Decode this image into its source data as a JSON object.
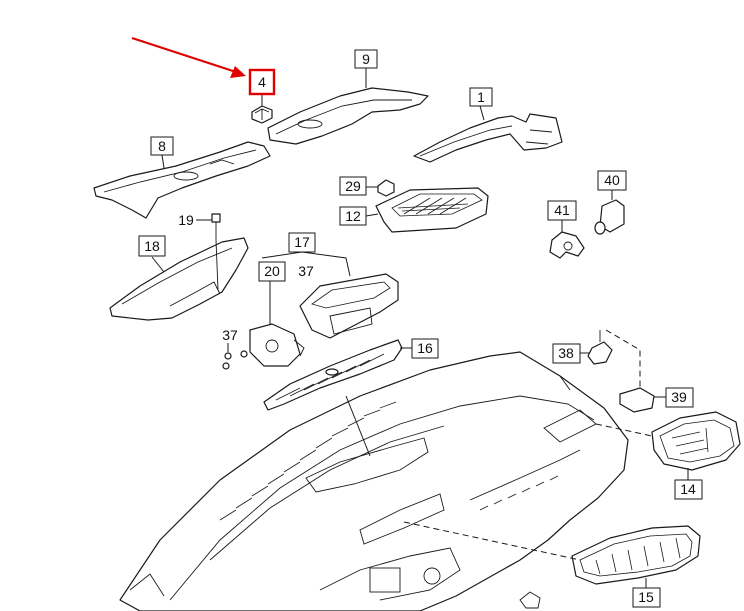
{
  "highlight": {
    "part": "4",
    "color": "#e00000"
  },
  "colors": {
    "line": "#1a1a1a",
    "highlight": "#e00000",
    "background": "#ffffff"
  },
  "labels": [
    {
      "id": "4",
      "text": "4",
      "boxed": true,
      "highlighted": true
    },
    {
      "id": "9",
      "text": "9",
      "boxed": true
    },
    {
      "id": "1",
      "text": "1",
      "boxed": true
    },
    {
      "id": "8",
      "text": "8",
      "boxed": true
    },
    {
      "id": "29",
      "text": "29",
      "boxed": true
    },
    {
      "id": "40",
      "text": "40",
      "boxed": true
    },
    {
      "id": "12",
      "text": "12",
      "boxed": true
    },
    {
      "id": "41",
      "text": "41",
      "boxed": true
    },
    {
      "id": "19",
      "text": "19",
      "boxed": false
    },
    {
      "id": "18",
      "text": "18",
      "boxed": true
    },
    {
      "id": "17",
      "text": "17",
      "boxed": true
    },
    {
      "id": "20",
      "text": "20",
      "boxed": true
    },
    {
      "id": "37a",
      "text": "37",
      "boxed": false
    },
    {
      "id": "37b",
      "text": "37",
      "boxed": false
    },
    {
      "id": "16",
      "text": "16",
      "boxed": true
    },
    {
      "id": "38",
      "text": "38",
      "boxed": true
    },
    {
      "id": "39",
      "text": "39",
      "boxed": true
    },
    {
      "id": "14",
      "text": "14",
      "boxed": true
    },
    {
      "id": "15",
      "text": "15",
      "boxed": true
    }
  ]
}
